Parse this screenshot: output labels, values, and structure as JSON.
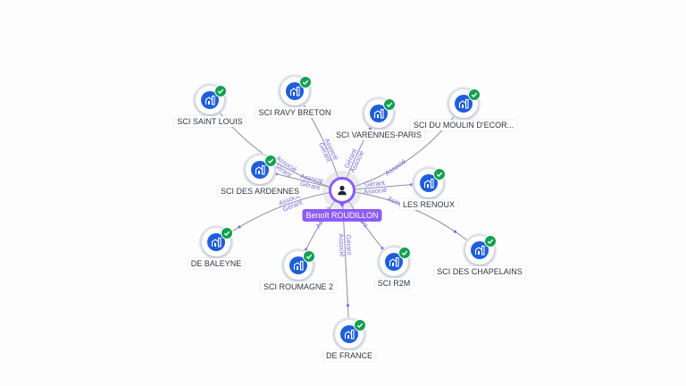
{
  "center": {
    "name": "Benoît ROUDILLON"
  },
  "nodes": [
    {
      "id": "saint-louis",
      "label": "SCI SAINT LOUIS"
    },
    {
      "id": "ravy-breton",
      "label": "SCI RAVY BRETON"
    },
    {
      "id": "varennes-paris",
      "label": "SCI VARENNES-PARIS"
    },
    {
      "id": "moulin-decor",
      "label": "SCI DU MOULIN D'ECOR..."
    },
    {
      "id": "ardennes",
      "label": "SCI DES ARDENNES"
    },
    {
      "id": "renoux",
      "label": "LES RENOUX"
    },
    {
      "id": "baleyne",
      "label": "DE BALEYNE"
    },
    {
      "id": "chapelains",
      "label": "SCI DES CHAPELAINS"
    },
    {
      "id": "roumagne",
      "label": "SCI ROUMAGNE 2"
    },
    {
      "id": "r2m",
      "label": "SCI R2M"
    },
    {
      "id": "de-france",
      "label": "DE FRANCE"
    }
  ],
  "edge_labels": {
    "saint-louis": [
      "Gérant",
      "Associé"
    ],
    "ravy-breton": [
      "Gérant",
      "Associé"
    ],
    "varennes-paris": [
      "Gérant",
      "Associé"
    ],
    "moulin-decor": [
      "Associé"
    ],
    "ardennes": [
      "Gérant",
      "Associé"
    ],
    "renoux": [
      "Gérant",
      "Associé"
    ],
    "baleyne": [
      "Gérant",
      "Associé"
    ],
    "chapelains": [
      "Associé"
    ],
    "roumagne": [
      "Associé"
    ],
    "r2m": [
      "Gérant"
    ],
    "de-france": [
      "Gérant",
      "Associé"
    ]
  },
  "colors": {
    "accent": "#8b5cf6",
    "node_icon": "#1e5fd9",
    "verified": "#12a150",
    "edge": "#8e8ea0",
    "edge_label": "#7b6fe0"
  },
  "icons": {
    "center": "person-icon",
    "node": "building-icon",
    "badge": "check-icon"
  }
}
